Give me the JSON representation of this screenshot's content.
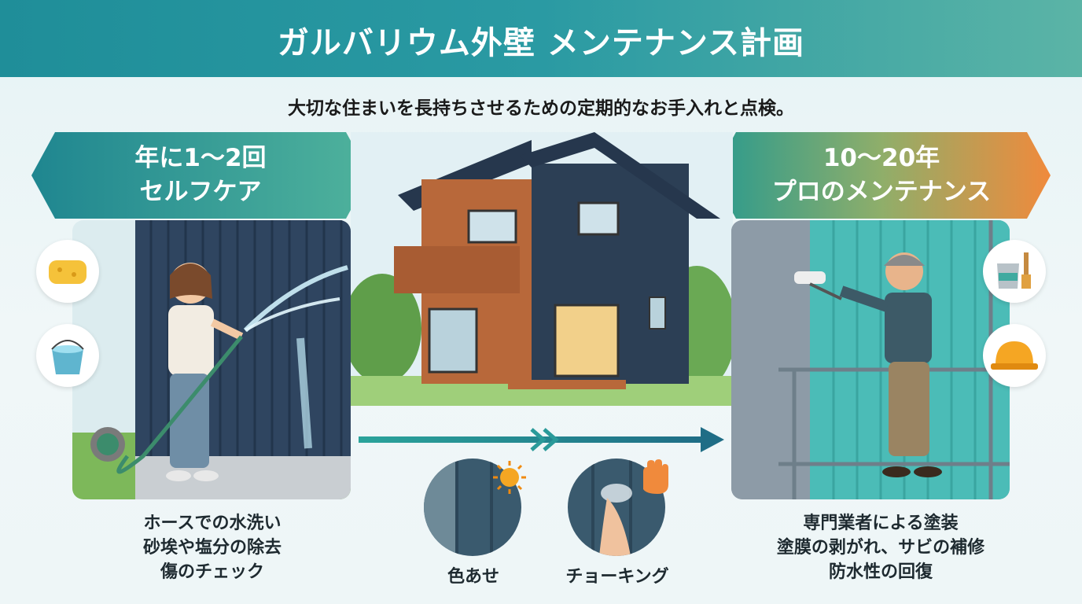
{
  "title": "ガルバリウム外壁 メンテナンス計画",
  "subtitle": "大切な住まいを長持ちさせるための定期的なお手入れと点検。",
  "left_tag": {
    "line1": "年に1〜2回",
    "line2": "セルフケア"
  },
  "right_tag": {
    "line1": "10〜20年",
    "line2": "プロのメンテナンス"
  },
  "left_caption": [
    "ホースでの水洗い",
    "砂埃や塩分の除去",
    "傷のチェック"
  ],
  "right_caption": [
    "専門業者による塗装",
    "塗膜の剥がれ、サビの補修",
    "防水性の回復"
  ],
  "degradation": [
    {
      "label": "色あせ",
      "icon": "sun-icon"
    },
    {
      "label": "チョーキング",
      "icon": "hand-icon"
    }
  ],
  "colors": {
    "teal": "#1f8e99",
    "orange": "#f08a3c",
    "wall_navy": "#2c3f55",
    "wood": "#b8683a"
  }
}
